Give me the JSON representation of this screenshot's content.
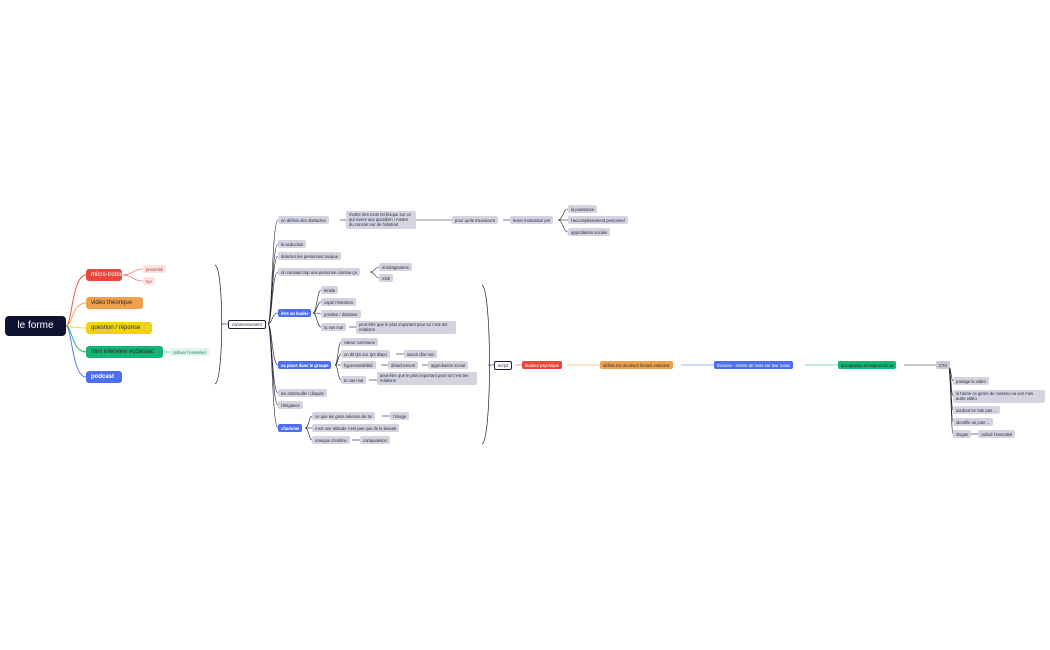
{
  "root": "le forme",
  "left": {
    "micro": "micro-trottoir",
    "micro_children": [
      "proximité",
      "fun"
    ],
    "video": "vidéo théorique",
    "question": "question / réponse",
    "mini": "mini interview ecclesiac",
    "mini_child": "cultiver l'essentiel",
    "podcast": "podcast"
  },
  "commencement": "commencement",
  "branch1": {
    "defini": "on définis des obstacles",
    "defini_child": "mettre des mots technique sur ce qui vivent aux quotidien / mettre du concret sur de l'abstrait",
    "pour": "pour qu'ils s'avancent",
    "levier": "levier motivation pni",
    "levier_children": [
      "la puissance",
      "l'accomplissement personnel",
      "approbation sociale"
    ],
    "seduction": "la seduction",
    "detecter": "detecter les personnes toxique",
    "connais": "on connais trop une personne comme ça",
    "connais_children": [
      "ennéagramme",
      "mbti"
    ],
    "leader": "être un leader",
    "leader_children": [
      "timide",
      "capté l'intention",
      "positive / dictateur",
      "tu vas mal"
    ],
    "leader_tu_child": "peut-être que le plus important pour toi c'est tes relations",
    "place": "sa place dans le groupe",
    "place_children": [
      "valeur commune",
      "on dit tjrs oui. tjrs dispo",
      "hypersensibilité",
      "tu vas mal"
    ],
    "place_dispo_child": "savoir dire non",
    "place_hyper_child": "détachement",
    "place_hyper_child2": "approbation social",
    "place_tu_child": "peut-être que le plus important pour toi c'est tes relations",
    "embrouille": "les embrouille / dispute",
    "elegance": "l'élégance",
    "charisme": "charisme",
    "charisme_children": [
      "ce que les gens retienne de toi",
      "c'est une attitude c'est pas que de la beauté",
      "manque d'estime"
    ],
    "charisme_img": "l'image",
    "charisme_comp": "comparaison"
  },
  "script": {
    "label": "script",
    "steps": [
      "douleur psychique",
      "définis les douleurs factuel exterieur",
      "théorise - mettre de mots sur leur maux",
      "acceptation et respect de ca",
      "CTA"
    ],
    "cta_children": [
      "partage la vidéo",
      "si t'aime ce genre de contenu va voir mes autre vidéo",
      "surdout ne rate pas ...",
      "identifie un pote ...",
      "slogan"
    ],
    "slogan_child": "cultivé l'essentiel"
  },
  "colors": {
    "line": "#1f2133",
    "red": "#e8483b",
    "orange": "#f0a04a",
    "yellow": "#f1d21a",
    "green": "#14b574",
    "blue": "#4d6ef0",
    "dark": "#0f1230",
    "chip": "#d3d4e0"
  }
}
